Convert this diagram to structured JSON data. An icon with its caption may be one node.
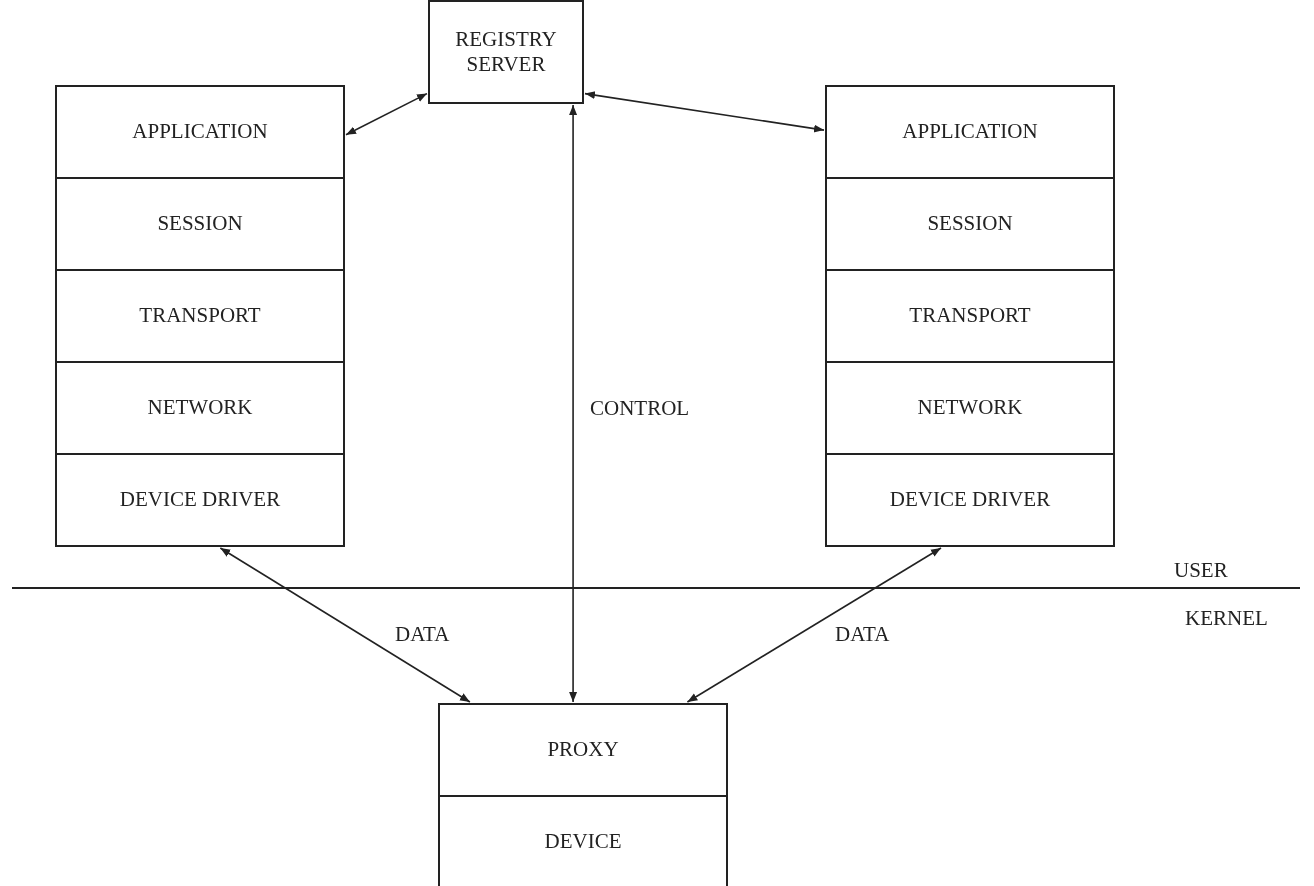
{
  "diagram": {
    "nodes": [
      {
        "text": [
          "REGISTRY SERVER"
        ]
      },
      {
        "text": [
          "APPLICATION"
        ]
      },
      {
        "text": [
          "SESSION"
        ]
      },
      {
        "text": [
          "TRANSPORT"
        ]
      },
      {
        "text": [
          "NETWORK"
        ]
      },
      {
        "text": [
          "DEVICE DRIVER"
        ]
      },
      {
        "text": [
          "APPLICATION"
        ]
      },
      {
        "text": [
          "SESSION"
        ]
      },
      {
        "text": [
          "TRANSPORT"
        ]
      },
      {
        "text": [
          "NETWORK"
        ]
      },
      {
        "text": [
          "DEVICE DRIVER"
        ]
      },
      {
        "text": [
          "PROXY"
        ]
      },
      {
        "text": [
          "DEVICE"
        ]
      }
    ],
    "edges": [
      {
        "from": 0,
        "to": 1,
        "arrow": "both"
      },
      {
        "from": 0,
        "to": 6,
        "arrow": "both"
      },
      {
        "from": 0,
        "to": 11,
        "arrow": "both",
        "label": "CONTROL"
      },
      {
        "from": 5,
        "to": 11,
        "arrow": "both",
        "label": "DATA"
      },
      {
        "from": 10,
        "to": 11,
        "arrow": "both",
        "label": "DATA"
      }
    ],
    "labels": [
      "USER",
      "KERNEL"
    ]
  }
}
